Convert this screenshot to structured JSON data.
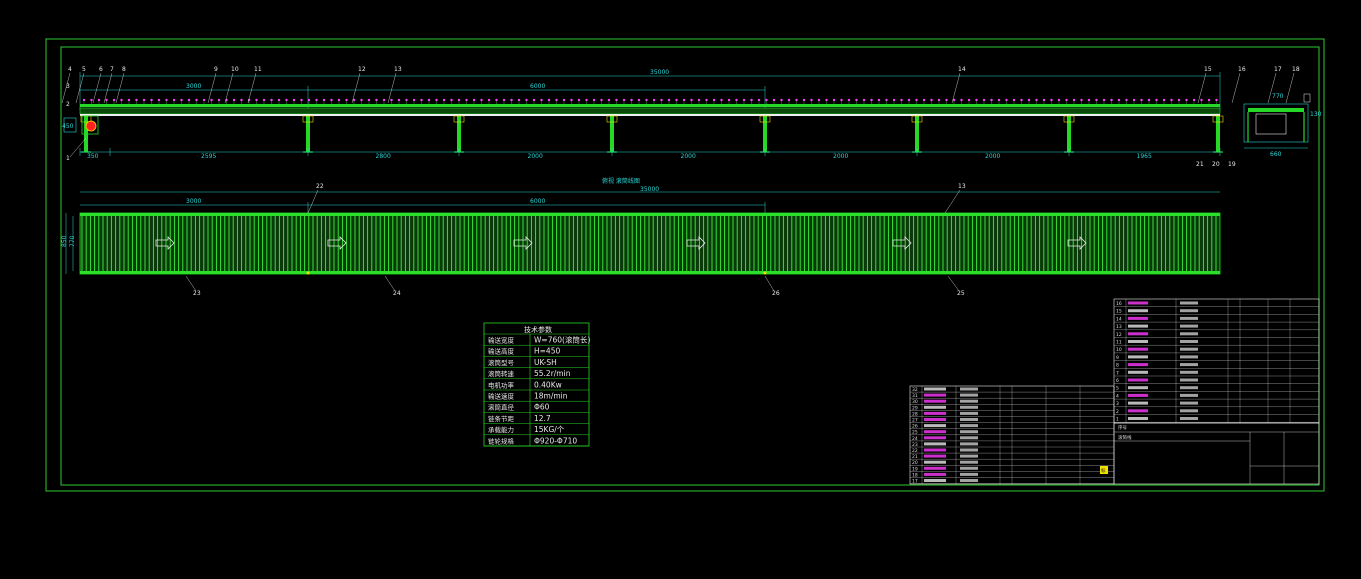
{
  "colors": {
    "background": "#000000",
    "frame": "#2ecc2e",
    "frame_green": "#26d926",
    "dimension": "#2ad6d6",
    "roller_magenta": "#ff3cff",
    "text_white": "#e8e8e8",
    "accent_yellow": "#f0e000",
    "accent_red": "#ff2020"
  },
  "elevation": {
    "overall_length": "35000",
    "segment_upper": [
      "3000",
      "6000"
    ],
    "bottom_dims": [
      "350",
      "2595",
      "2800",
      "2000",
      "2000",
      "2000",
      "2000",
      "1965"
    ],
    "callouts_top": [
      "4",
      "5",
      "6",
      "7",
      "8",
      "9",
      "10",
      "11",
      "12",
      "13",
      "14",
      "15",
      "16",
      "17",
      "18"
    ],
    "callouts_left": [
      "3",
      "2",
      "1"
    ],
    "callouts_right_bottom": [
      "21",
      "20",
      "19"
    ],
    "height_dim": "450",
    "side_view_dims": [
      "770",
      "660",
      "130"
    ]
  },
  "plan": {
    "title": "俯视 滚筒线图",
    "overall_length": "35000",
    "segment_upper": [
      "3000",
      "6000"
    ],
    "width_dims": [
      "850",
      "770"
    ],
    "callouts_top": [
      "22",
      "13"
    ],
    "callouts_bottom": [
      "23",
      "24",
      "26",
      "25"
    ],
    "arrow_count": 6
  },
  "spec_table": {
    "title": "技术参数",
    "rows": [
      {
        "key": "输送宽度",
        "value": "W=760(滚筒长)"
      },
      {
        "key": "输送高度",
        "value": "H=450"
      },
      {
        "key": "滚筒型号",
        "value": "UK-SH"
      },
      {
        "key": "滚筒转速",
        "value": "55.2r/min"
      },
      {
        "key": "电机功率",
        "value": "0.40Kw"
      },
      {
        "key": "输送速度",
        "value": "18m/min"
      },
      {
        "key": "滚筒直径",
        "value": "Φ60"
      },
      {
        "key": "链条节距",
        "value": "12.7"
      },
      {
        "key": "承载能力",
        "value": "15KG/个"
      },
      {
        "key": "链轮规格",
        "value": "Φ920-Φ710"
      }
    ]
  },
  "bom_right": {
    "rows": [
      "16",
      "15",
      "14",
      "13",
      "12",
      "11",
      "10",
      "9",
      "8",
      "7",
      "6",
      "5",
      "4",
      "3",
      "2",
      "1"
    ],
    "header": "序号",
    "footer_title": "滚筒线",
    "flag": "标"
  },
  "bom_left": {
    "rows": [
      "32",
      "31",
      "30",
      "29",
      "28",
      "27",
      "26",
      "25",
      "24",
      "23",
      "22",
      "21",
      "20",
      "19",
      "18",
      "17"
    ]
  }
}
